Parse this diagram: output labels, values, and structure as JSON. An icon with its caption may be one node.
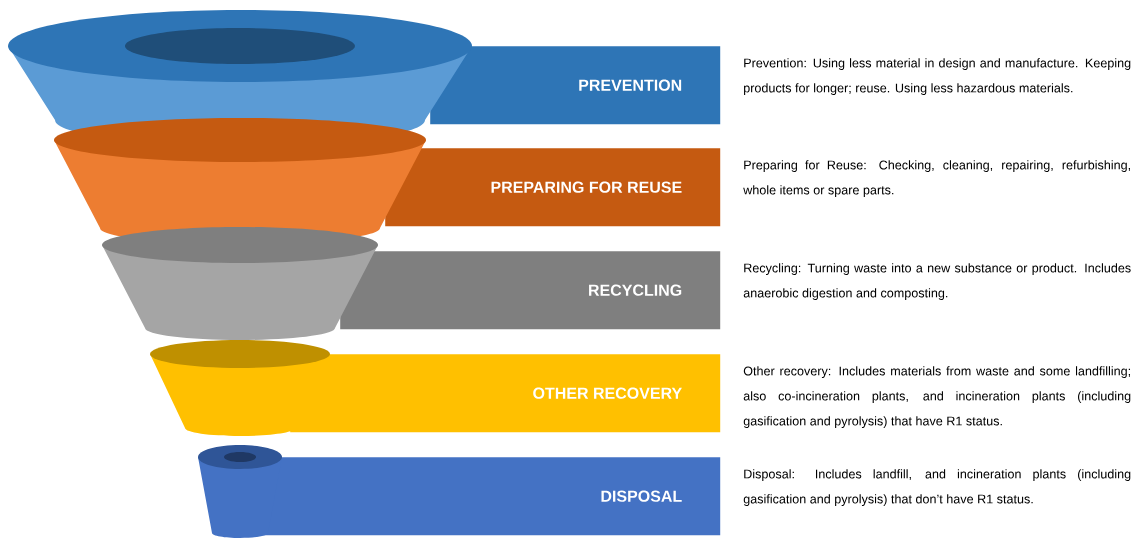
{
  "diagram": {
    "nodes": [
      {
        "text": [
          "PREVENTION"
        ],
        "beside": [
          "Prevention: Using less material in design and manufacture. Keeping products for longer; reuse. Using less hazardous materials."
        ]
      },
      {
        "text": [
          "PREPARING FOR REUSE"
        ],
        "beside": [
          "Preparing for Reuse: Checking, cleaning, repairing, refurbishing, whole items or spare parts."
        ]
      },
      {
        "text": [
          "RECYCLING"
        ],
        "beside": [
          "Recycling: Turning waste into a new substance or product. Includes anaerobic digestion and composting."
        ]
      },
      {
        "text": [
          "OTHER RECOVERY"
        ],
        "beside": [
          "Other recovery: Includes materials from waste and some landfilling; also co-incineration plants, and incineration plants (including gasification and pyrolysis) that have R1 status."
        ]
      },
      {
        "text": [
          "DISPOSAL"
        ],
        "beside": [
          "Disposal: Includes landfill, and incineration plants (including gasification and pyrolysis) that don’t have R1 status."
        ]
      }
    ]
  }
}
